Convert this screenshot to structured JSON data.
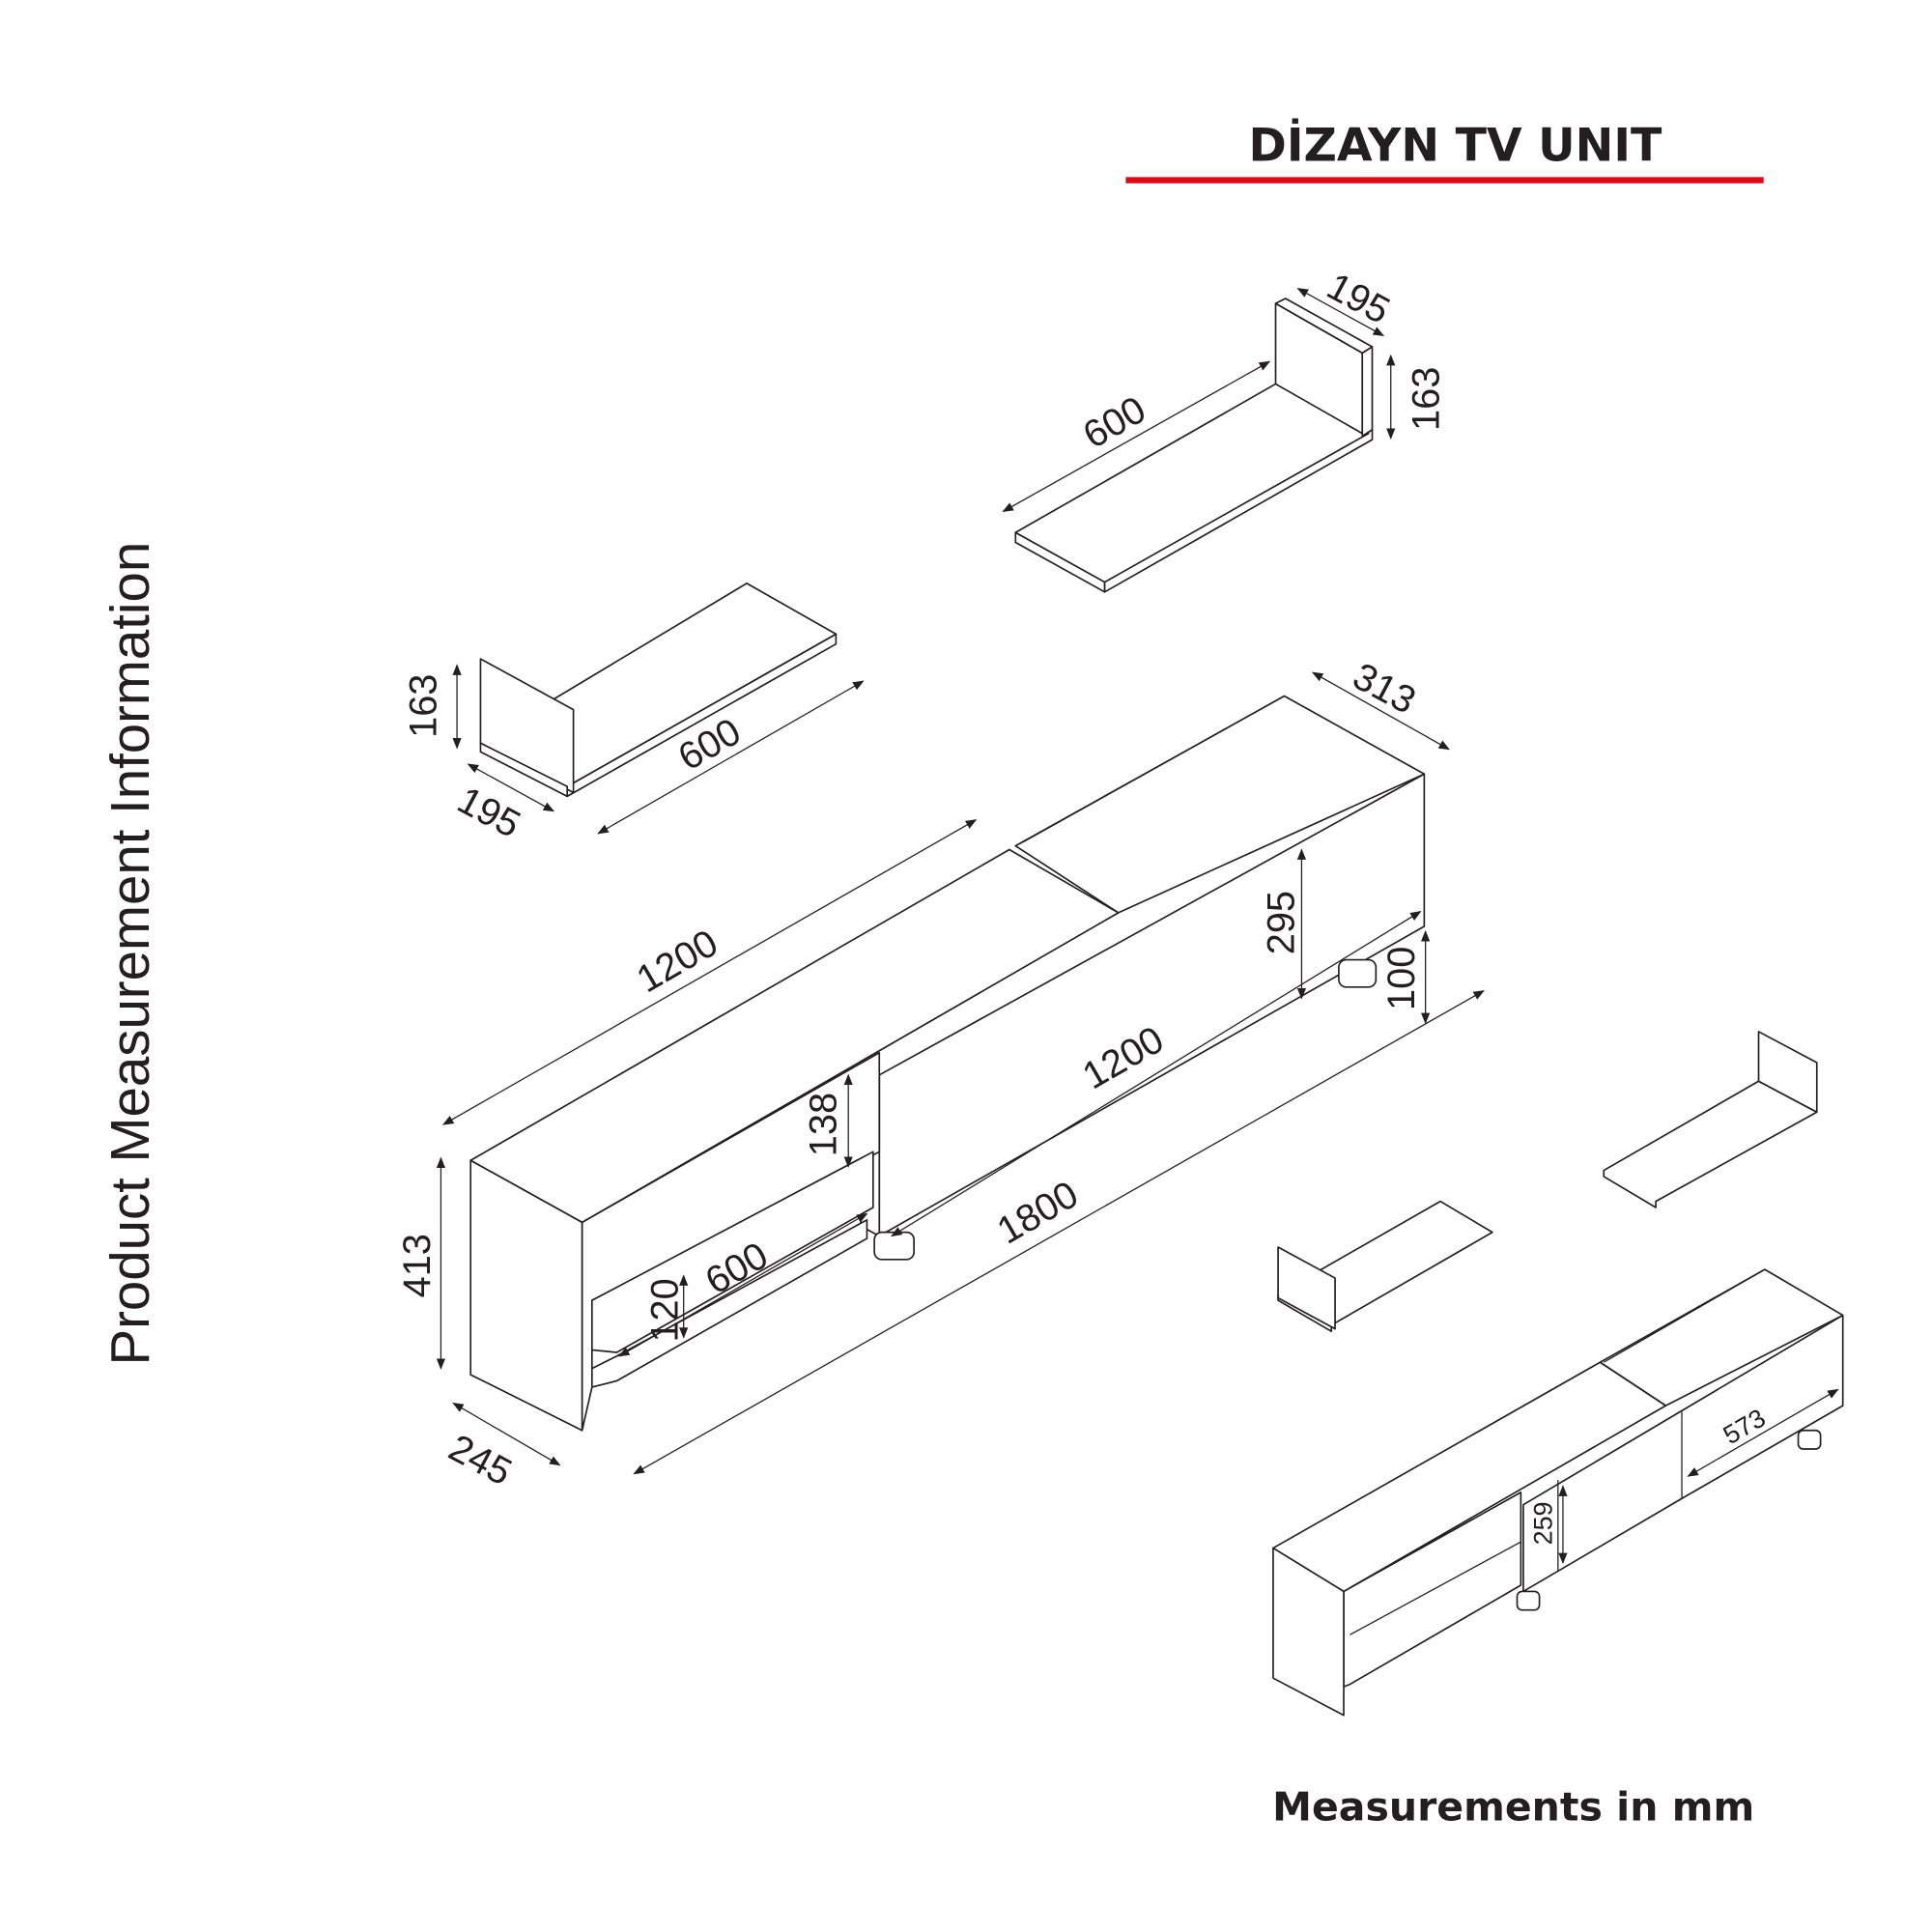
{
  "title": "DİZAYN TV UNIT",
  "accent_color": "#e30613",
  "side_label": "Product Measurement Information",
  "footer": "Measurements in mm",
  "dims": {
    "top_shelf": {
      "depth": "195",
      "height": "163",
      "length": "600"
    },
    "left_shelf": {
      "height": "163",
      "length": "600",
      "depth": "195"
    },
    "unit": {
      "depth_right": "313",
      "top_length": "1200",
      "front_height": "295",
      "leg_height": "100",
      "lower_length": "1200",
      "upper_gap": "138",
      "total_length": "1800",
      "shelf_length": "600",
      "shelf_gap": "120",
      "height": "413",
      "depth_left": "245"
    },
    "small": {
      "compartment": "573",
      "height": "259"
    }
  }
}
